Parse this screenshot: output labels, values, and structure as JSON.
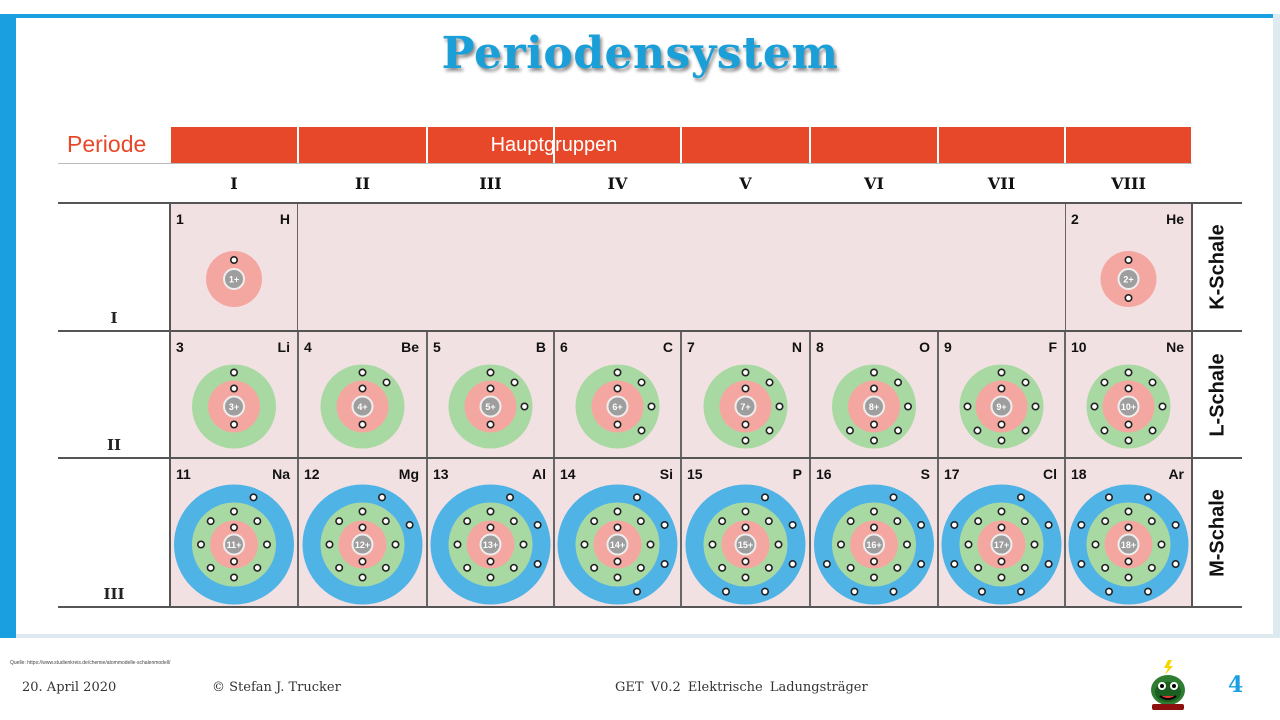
{
  "slide": {
    "title": "Periodensystem",
    "page_number": "4"
  },
  "table": {
    "periode_label": "Periode",
    "hauptgruppen_label": "Hauptgruppen",
    "groups": [
      "I",
      "II",
      "III",
      "IV",
      "V",
      "VI",
      "VII",
      "VIII"
    ],
    "periods": [
      "I",
      "II",
      "III"
    ],
    "shells": [
      "K-Schale",
      "L-Schale",
      "M-Schale"
    ],
    "elements": [
      {
        "number": "1",
        "symbol": "H",
        "nucleus": "1+",
        "electrons": [
          1
        ],
        "period": 0,
        "group": 0
      },
      {
        "number": "2",
        "symbol": "He",
        "nucleus": "2+",
        "electrons": [
          2
        ],
        "period": 0,
        "group": 7
      },
      {
        "number": "3",
        "symbol": "Li",
        "nucleus": "3+",
        "electrons": [
          2,
          1
        ],
        "period": 1,
        "group": 0
      },
      {
        "number": "4",
        "symbol": "Be",
        "nucleus": "4+",
        "electrons": [
          2,
          2
        ],
        "period": 1,
        "group": 1
      },
      {
        "number": "5",
        "symbol": "B",
        "nucleus": "5+",
        "electrons": [
          2,
          3
        ],
        "period": 1,
        "group": 2
      },
      {
        "number": "6",
        "symbol": "C",
        "nucleus": "6+",
        "electrons": [
          2,
          4
        ],
        "period": 1,
        "group": 3
      },
      {
        "number": "7",
        "symbol": "N",
        "nucleus": "7+",
        "electrons": [
          2,
          5
        ],
        "period": 1,
        "group": 4
      },
      {
        "number": "8",
        "symbol": "O",
        "nucleus": "8+",
        "electrons": [
          2,
          6
        ],
        "period": 1,
        "group": 5
      },
      {
        "number": "9",
        "symbol": "F",
        "nucleus": "9+",
        "electrons": [
          2,
          7
        ],
        "period": 1,
        "group": 6
      },
      {
        "number": "10",
        "symbol": "Ne",
        "nucleus": "10+",
        "electrons": [
          2,
          8
        ],
        "period": 1,
        "group": 7
      },
      {
        "number": "11",
        "symbol": "Na",
        "nucleus": "11+",
        "electrons": [
          2,
          8,
          1
        ],
        "period": 2,
        "group": 0
      },
      {
        "number": "12",
        "symbol": "Mg",
        "nucleus": "12+",
        "electrons": [
          2,
          8,
          2
        ],
        "period": 2,
        "group": 1
      },
      {
        "number": "13",
        "symbol": "Al",
        "nucleus": "13+",
        "electrons": [
          2,
          8,
          3
        ],
        "period": 2,
        "group": 2
      },
      {
        "number": "14",
        "symbol": "Si",
        "nucleus": "14+",
        "electrons": [
          2,
          8,
          4
        ],
        "period": 2,
        "group": 3
      },
      {
        "number": "15",
        "symbol": "P",
        "nucleus": "15+",
        "electrons": [
          2,
          8,
          5
        ],
        "period": 2,
        "group": 4
      },
      {
        "number": "16",
        "symbol": "S",
        "nucleus": "16+",
        "electrons": [
          2,
          8,
          6
        ],
        "period": 2,
        "group": 5
      },
      {
        "number": "17",
        "symbol": "Cl",
        "nucleus": "17+",
        "electrons": [
          2,
          8,
          7
        ],
        "period": 2,
        "group": 6
      },
      {
        "number": "18",
        "symbol": "Ar",
        "nucleus": "18+",
        "electrons": [
          2,
          8,
          8
        ],
        "period": 2,
        "group": 7
      }
    ]
  },
  "footer": {
    "source": "Quelle: https://www.studienkreis.de/chemie/atommodelle-schalenmodell/",
    "date": "20. April 2020",
    "author": "© Stefan J. Trucker",
    "course": "GET   V0.2   Elektrische Ladungsträger"
  },
  "colors": {
    "accent": "#1aa0e0",
    "header_orange": "#e8482a",
    "cell_pink": "#f2e1e2",
    "k_shell": "#f4a7a0",
    "l_shell": "#a9d9a3",
    "m_shell": "#4fb3e6"
  }
}
